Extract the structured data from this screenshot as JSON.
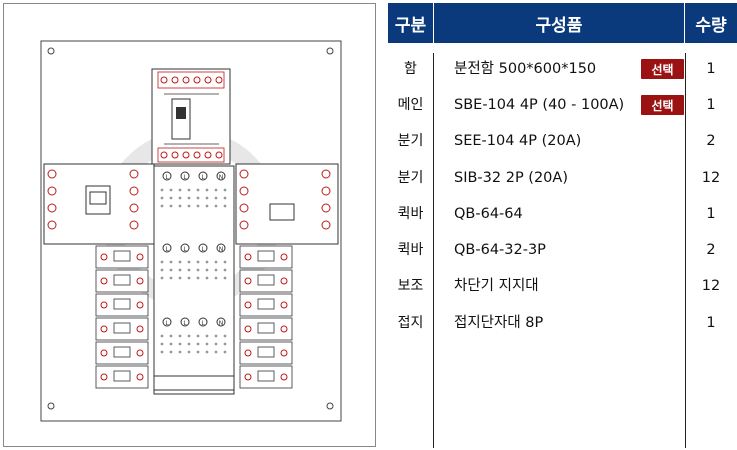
{
  "table": {
    "headers": {
      "category": "구분",
      "component": "구성품",
      "quantity": "수량"
    },
    "rows": [
      {
        "category": "함",
        "item": "분전함 500*600*150",
        "badge": "선택",
        "quantity": "1"
      },
      {
        "category": "메인",
        "item": "SBE-104 4P (40 - 100A)",
        "badge": "선택",
        "quantity": "1"
      },
      {
        "category": "분기",
        "item": "SEE-104 4P (20A)",
        "badge": "",
        "quantity": "2"
      },
      {
        "category": "분기",
        "item": "SIB-32 2P (20A)",
        "badge": "",
        "quantity": "12"
      },
      {
        "category": "퀵바",
        "item": "QB-64-64",
        "badge": "",
        "quantity": "1"
      },
      {
        "category": "퀵바",
        "item": "QB-64-32-3P",
        "badge": "",
        "quantity": "2"
      },
      {
        "category": "보조",
        "item": "차단기 지지대",
        "badge": "",
        "quantity": "12"
      },
      {
        "category": "접지",
        "item": "접지단자대 8P",
        "badge": "",
        "quantity": "1"
      }
    ]
  },
  "colors": {
    "header_bg": "#0b3a7c",
    "badge_bg": "#9b1212",
    "terminal_red": "#c01818"
  },
  "diagram": {
    "bus_labels": [
      "L",
      "L",
      "L",
      "N"
    ],
    "icons": [
      "panel-board-diagram-icon",
      "main-breaker-icon",
      "branch-breaker-icon",
      "quick-bar-icon",
      "mounting-hole-icon"
    ]
  }
}
